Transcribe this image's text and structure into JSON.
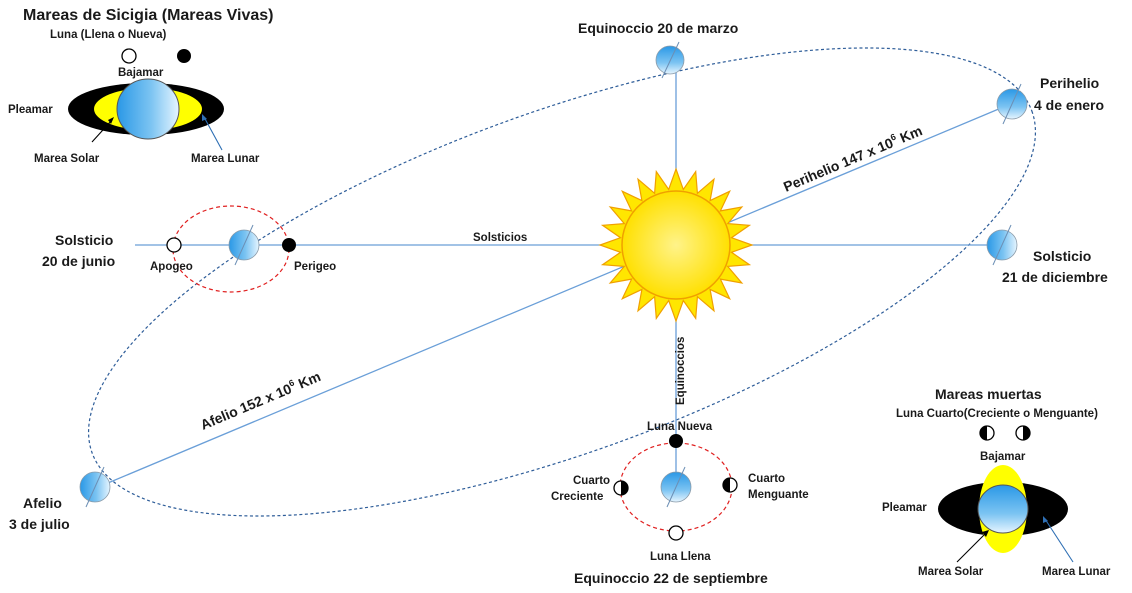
{
  "spring_tides": {
    "title": "Mareas de Sicigia (Mareas Vivas)",
    "moon_label": "Luna (Llena o Nueva)",
    "low_tide": "Bajamar",
    "high_tide": "Pleamar",
    "solar_tide": "Marea Solar",
    "lunar_tide": "Marea Lunar"
  },
  "neap_tides": {
    "title": "Mareas  muertas",
    "moon_label": "Luna Cuarto(Creciente o Menguante)",
    "low_tide": "Bajamar",
    "high_tide": "Pleamar",
    "solar_tide": "Marea Solar",
    "lunar_tide": "Marea Lunar"
  },
  "orbit": {
    "march_equinox": "Equinoccio 20 de marzo",
    "perihelion_name": "Perihelio",
    "perihelion_date": "4 de enero",
    "perihelion_distance_prefix": "Perihelio  147 x 10",
    "perihelion_exponent": "6",
    "perihelion_unit": " Km",
    "june_solstice_name": "Solsticio",
    "june_solstice_date": "20 de junio",
    "december_solstice_name": "Solsticio",
    "december_solstice_date": "21 de diciembre",
    "solstices_axis": "Solsticios",
    "equinoxes_axis": "Equinoccios",
    "aphelion_name": "Afelio",
    "aphelion_date": "3 de julio",
    "aphelion_distance_prefix": "Afelio  152 x 10",
    "aphelion_exponent": "6",
    "aphelion_unit": " Km",
    "september_equinox": "Equinoccio 22 de septiembre"
  },
  "moon_orbit_june": {
    "apogee": "Apogeo",
    "perigee": "Perigeo"
  },
  "moon_phases_september": {
    "new_moon": "Luna Nueva",
    "first_quarter_line1": "Cuarto",
    "first_quarter_line2": "Creciente",
    "last_quarter_line1": "Cuarto",
    "last_quarter_line2": "Menguante",
    "full_moon": "Luna Llena"
  },
  "colors": {
    "orbit_line": "#2e5d99",
    "axis_line": "#6a9fd8",
    "moon_orbit": "#e02020",
    "sun_fill": "#ffea00",
    "sun_stroke": "#f0a000",
    "earth_light": "#bfe4ff",
    "earth_dark": "#1a8fe0",
    "tide_black": "#000000",
    "tide_yellow": "#ffff00"
  }
}
